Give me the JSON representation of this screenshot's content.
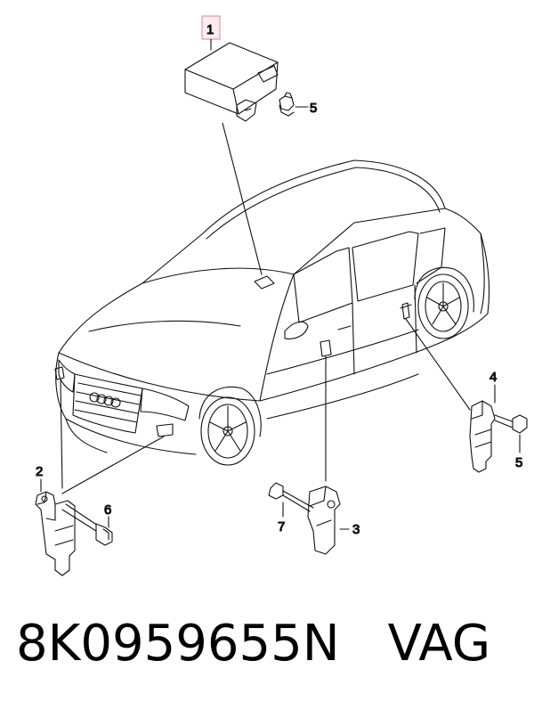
{
  "callouts": {
    "c1": "1",
    "c2": "2",
    "c3": "3",
    "c4": "4",
    "c5a": "5",
    "c5b": "5",
    "c6": "6",
    "c7": "7"
  },
  "footer": {
    "part_number": "8K0959655N",
    "brand": "VAG"
  },
  "colors": {
    "line": "#111111",
    "highlight_box": "#d9a0a8",
    "highlight_fill": "#fbecee"
  }
}
